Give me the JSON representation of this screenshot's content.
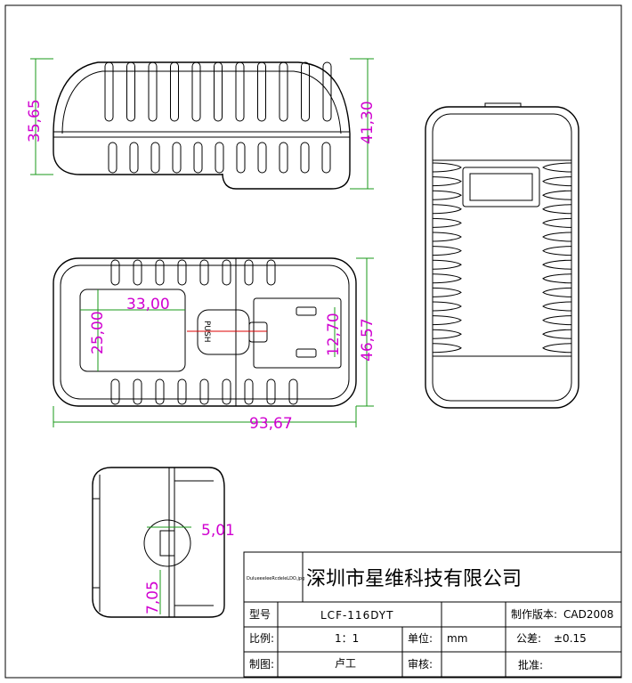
{
  "dimensions": {
    "side_height": "35,65",
    "side_total_height": "41,30",
    "window_width": "33,00",
    "window_height": "25,00",
    "plug_width": "12,70",
    "front_height": "46,57",
    "front_length": "93,67",
    "end_offset_a": "5,01",
    "end_offset_b": "7,05"
  },
  "plug_label": "PUSH",
  "title_block": {
    "logo_text": "DulueeeleeRcdeleLDO,jpg",
    "company": "深圳市星维科技有限公司",
    "model_label": "型号",
    "model_value": "LCF-116DYT",
    "version_label": "制作版本:",
    "version_value": "CAD2008",
    "scale_label": "比例:",
    "scale_value": "1：1",
    "unit_label": "单位:",
    "unit_value": "mm",
    "tolerance_label": "公差:",
    "tolerance_value": "±0.15",
    "drawn_label": "制图:",
    "drawn_value": "卢工",
    "check_label": "审核:",
    "approve_label": "批准:"
  },
  "colors": {
    "dimension": "#d000d0",
    "centerline": "#1a9a1a",
    "hidden": "#d00000"
  }
}
